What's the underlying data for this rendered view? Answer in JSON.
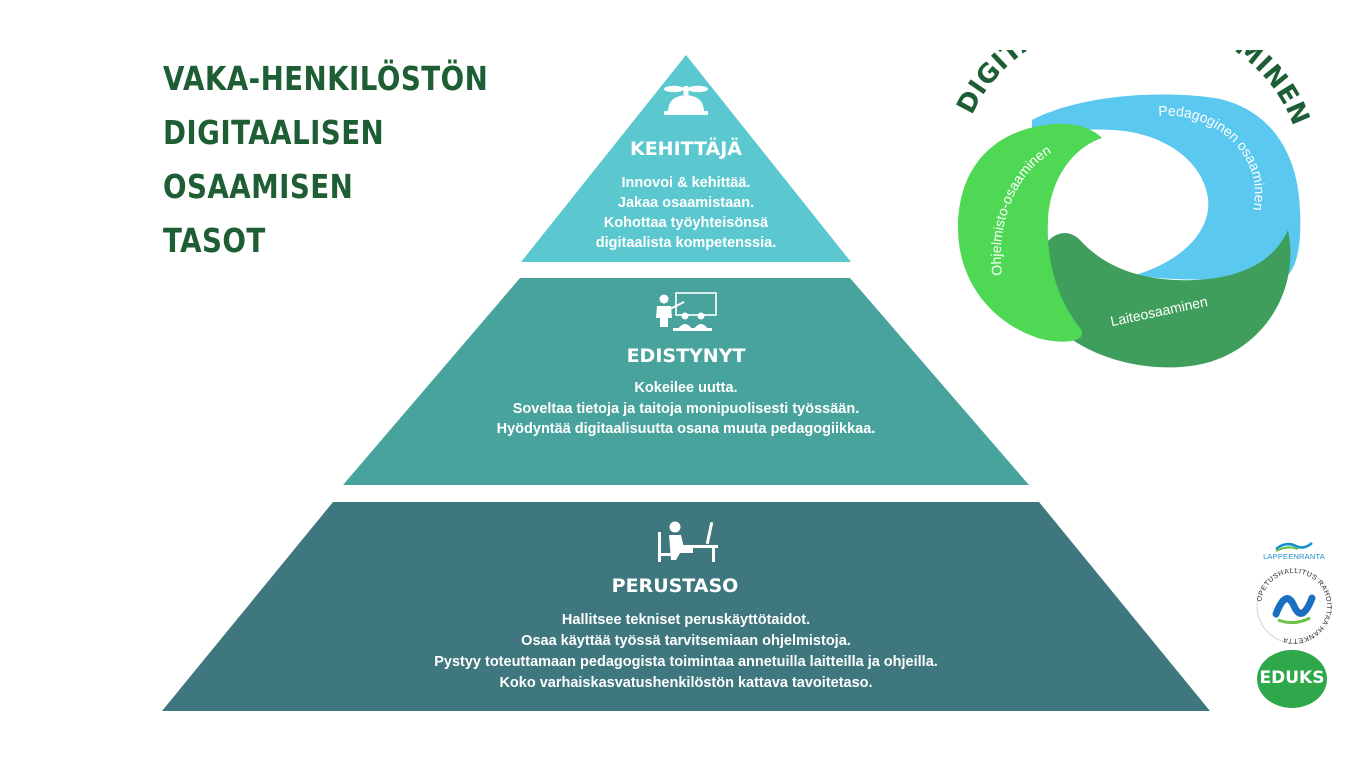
{
  "title_lines": [
    "VAKA-HENKILÖSTÖN",
    "DIGITAALISEN",
    "OSAAMISEN",
    "TASOT"
  ],
  "levels": [
    {
      "title": "KEHITTÄJÄ",
      "icon": "propeller-cap-icon",
      "color": "#5bc8cf",
      "lines": [
        "Innovoi & kehittää.",
        "Jakaa osaamistaan.",
        "Kohottaa työyhteisönsä",
        "digitaalista kompetenssia."
      ]
    },
    {
      "title": "EDISTYNYT",
      "icon": "teacher-whiteboard-icon",
      "color": "#48a39c",
      "lines": [
        "Kokeilee uutta.",
        "Soveltaa tietoja ja taitoja monipuolisesti työssään.",
        "Hyödyntää digitaalisuutta osana muuta pedagogiikkaa."
      ]
    },
    {
      "title": "PERUSTASO",
      "icon": "person-at-computer-icon",
      "color": "#3e777d",
      "lines": [
        "Hallitsee tekniset peruskäyttötaidot.",
        "Osaa käyttää työssä tarvitsemiaan ohjelmistoja.",
        "Pystyy toteuttamaan pedagogista toimintaa annetuilla laitteilla ja ohjeilla.",
        "Koko varhaiskasvatushenkilöstön kattava tavoitetaso."
      ]
    }
  ],
  "swirl": {
    "heading": "DIGITAALINEN OSAAMINEN",
    "segments": [
      {
        "label": "Pedagoginen osaaminen",
        "color": "#5ac8ef"
      },
      {
        "label": "Laiteosaaminen",
        "color": "#3f9e5c"
      },
      {
        "label": "Ohjelmisto-osaaminen",
        "color": "#4fd854"
      }
    ]
  },
  "logos": {
    "lappeenranta": "LAPPEENRANTA",
    "opetushallitus": "OPETUSHALLITUS RAHOITTAA HANKETTA",
    "eduks": "EDUKS"
  }
}
